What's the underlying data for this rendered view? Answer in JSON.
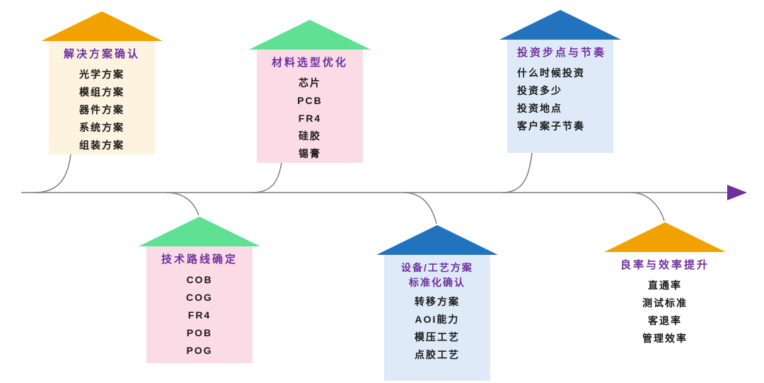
{
  "colors": {
    "title_text": "#7030A0",
    "item_text": "#1A1A1A",
    "arrow": "#7030A0",
    "timeline_line": "#7F7F7F",
    "roof_yellow": "#F2A200",
    "roof_green": "#5FE092",
    "roof_blue": "#2273BE",
    "body_cream": "#FDF3DF",
    "body_pink": "#FBDCE6",
    "body_blue": "#DEEAF8",
    "body_white": "#FFFFFF"
  },
  "houses": [
    {
      "title": "解决方案确认",
      "roof_color": "#F2A200",
      "body_color": "#FDF3DF",
      "position": "top",
      "items": [
        "光学方案",
        "模组方案",
        "器件方案",
        "系统方案",
        "组装方案"
      ]
    },
    {
      "title": "材料选型优化",
      "roof_color": "#5FE092",
      "body_color": "#FBDCE6",
      "position": "top",
      "items": [
        "芯片",
        "PCB",
        "FR4",
        "硅胶",
        "锡膏"
      ]
    },
    {
      "title": "投资步点与节奏",
      "roof_color": "#2273BE",
      "body_color": "#DEEAF8",
      "position": "top",
      "items": [
        "什么时候投资",
        "投资多少",
        "投资地点",
        "客户案子节奏"
      ]
    },
    {
      "title": "技术路线确定",
      "roof_color": "#5FE092",
      "body_color": "#FBDCE6",
      "position": "bottom",
      "items": [
        "COB",
        "COG",
        "FR4",
        "POB",
        "POG"
      ]
    },
    {
      "title": "设备/工艺方案",
      "title2": "标准化确认",
      "roof_color": "#2273BE",
      "body_color": "#DEEAF8",
      "position": "bottom",
      "items": [
        "转移方案",
        "AOI能力",
        "模压工艺",
        "点胶工艺"
      ]
    },
    {
      "title": "良率与效率提升",
      "roof_color": "#F2A200",
      "body_color": "#FFFFFF",
      "position": "bottom",
      "items": [
        "直通率",
        "测试标准",
        "客退率",
        "管理效率"
      ]
    }
  ]
}
